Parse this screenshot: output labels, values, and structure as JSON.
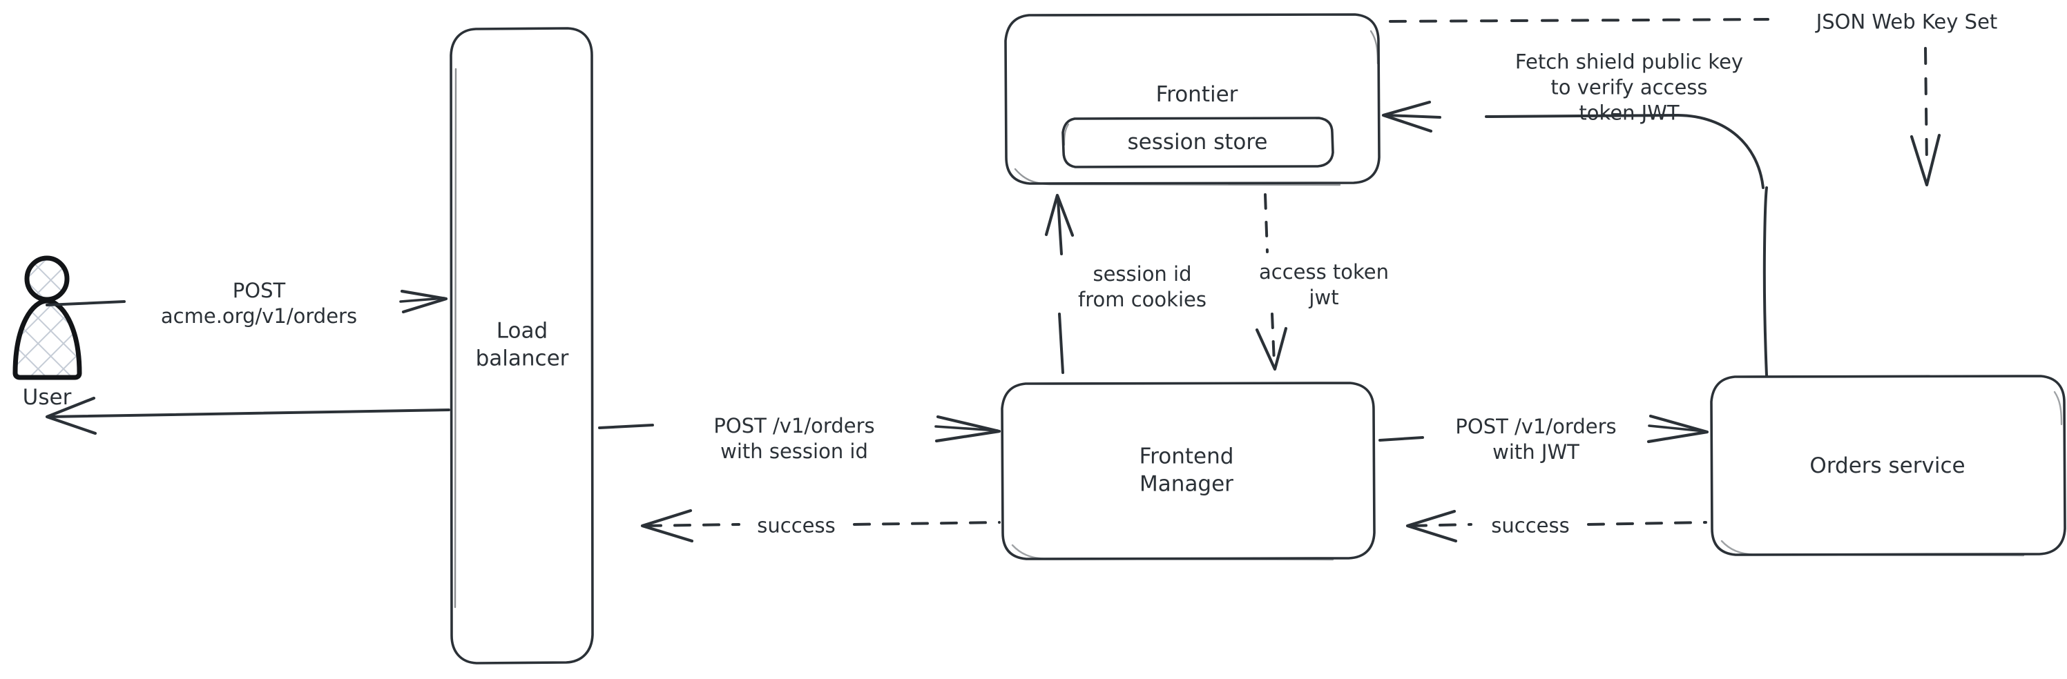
{
  "diagram": {
    "type": "architecture-flow",
    "style": "hand-drawn",
    "background": "#ffffff",
    "stroke_color": "#2b3137",
    "hatch_color": "#c5ccd6",
    "nodes": [
      {
        "id": "user",
        "label": "User",
        "shape": "actor-icon"
      },
      {
        "id": "lb",
        "label": "Load\nbalancer",
        "shape": "rounded-rect-tall"
      },
      {
        "id": "frontier",
        "label": "Frontier",
        "shape": "rounded-rect"
      },
      {
        "id": "sessionstore",
        "label": "session store",
        "shape": "rounded-rect-nested"
      },
      {
        "id": "fem",
        "label": "Frontend\nManager",
        "shape": "rounded-rect"
      },
      {
        "id": "orders",
        "label": "Orders service",
        "shape": "rounded-rect"
      }
    ],
    "edges": [
      {
        "id": "user-to-lb",
        "label": "POST\nacme.org/v1/orders",
        "from": "user",
        "to": "lb",
        "style": "solid",
        "direction": "right"
      },
      {
        "id": "lb-to-user",
        "label": "",
        "from": "lb",
        "to": "user",
        "style": "solid",
        "direction": "left"
      },
      {
        "id": "lb-to-fem",
        "label": "POST /v1/orders\nwith session id",
        "from": "lb",
        "to": "fem",
        "style": "solid",
        "direction": "right"
      },
      {
        "id": "fem-to-lb",
        "label": "success",
        "from": "fem",
        "to": "lb",
        "style": "dashed",
        "direction": "left"
      },
      {
        "id": "fem-to-frontier",
        "label": "session id\nfrom cookies",
        "from": "fem",
        "to": "frontier",
        "style": "solid",
        "direction": "up"
      },
      {
        "id": "frontier-to-fem",
        "label": "access token\njwt",
        "from": "frontier",
        "to": "fem",
        "style": "dashed",
        "direction": "down"
      },
      {
        "id": "fem-to-orders",
        "label": "POST /v1/orders\nwith JWT",
        "from": "fem",
        "to": "orders",
        "style": "solid",
        "direction": "right"
      },
      {
        "id": "orders-to-fem",
        "label": "success",
        "from": "orders",
        "to": "fem",
        "style": "dashed",
        "direction": "left"
      },
      {
        "id": "orders-to-frontier",
        "label": "Fetch shield public key\nto verify access\ntoken JWT",
        "from": "orders",
        "to": "frontier",
        "style": "solid",
        "direction": "left"
      },
      {
        "id": "frontier-to-orders",
        "label": "JSON Web Key Set",
        "from": "frontier",
        "to": "orders",
        "style": "dashed",
        "direction": "down"
      }
    ]
  },
  "labels": {
    "user": "User",
    "load_balancer_line1": "Load",
    "load_balancer_line2": "balancer",
    "frontier": "Frontier",
    "session_store": "session store",
    "frontend_manager_line1": "Frontend",
    "frontend_manager_line2": "Manager",
    "orders_service": "Orders service",
    "post_acme_line1": "POST",
    "post_acme_line2": "acme.org/v1/orders",
    "post_orders_session_line1": "POST /v1/orders",
    "post_orders_session_line2": "with session id",
    "success_lb": "success",
    "session_id_line1": "session id",
    "session_id_line2": "from cookies",
    "access_token_line1": "access token",
    "access_token_line2": "jwt",
    "post_orders_jwt_line1": "POST /v1/orders",
    "post_orders_jwt_line2": "with JWT",
    "success_orders": "success",
    "fetch_key_line1": "Fetch shield public key",
    "fetch_key_line2": "to verify access",
    "fetch_key_line3": "token JWT",
    "jwks": "JSON Web Key Set"
  }
}
